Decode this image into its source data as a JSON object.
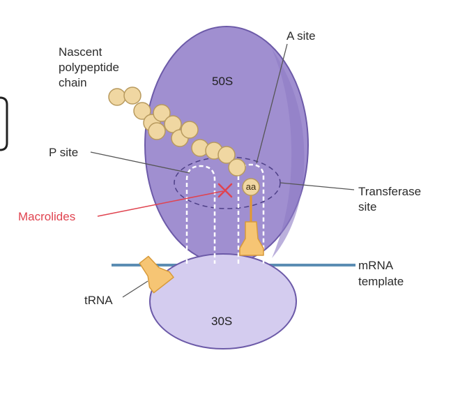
{
  "labels": {
    "nascent_line1": "Nascent",
    "nascent_line2": "polypeptide",
    "nascent_line3": "chain",
    "a_site": "A site",
    "p_site": "P site",
    "macrolides": "Macrolides",
    "transferase_line1": "Transferase",
    "transferase_line2": "site",
    "mrna_line1": "mRNA",
    "mrna_line2": "template",
    "trna": "tRNA",
    "subunit_50s": "50S",
    "subunit_30s": "30S",
    "amino_acid": "aa"
  },
  "colors": {
    "ribosome_50s": "#a08fd0",
    "ribosome_30s": "#d4ccef",
    "outline": "#6c5aa8",
    "bead_fill": "#f0d7a2",
    "bead_stroke": "#b89a5e",
    "trna_fill": "#f6c574",
    "mrna": "#5b8db3",
    "macrolide_red": "#e0434f",
    "leader_gray": "#555555"
  }
}
